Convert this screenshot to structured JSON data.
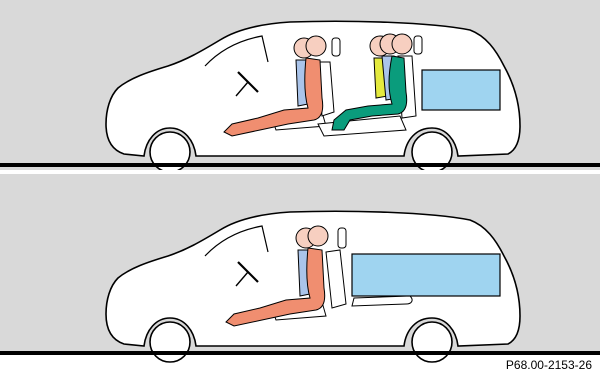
{
  "figure": {
    "code": "P68.00-2153-26",
    "colors": {
      "panel": "#d9d9d9",
      "outline": "#000000",
      "car_fill": "#ffffff",
      "cargo": "#9fd4f0",
      "driver": "#f08e70",
      "passenger_blue": "#aac4ea",
      "passenger_green": "#0a9c7c",
      "passenger_yellow": "#e4ea3e",
      "skin": "#f7cfc0"
    },
    "scenes": [
      {
        "name": "rear-seat-upright",
        "description_visible": false
      },
      {
        "name": "rear-seat-folded",
        "description_visible": false
      }
    ]
  }
}
